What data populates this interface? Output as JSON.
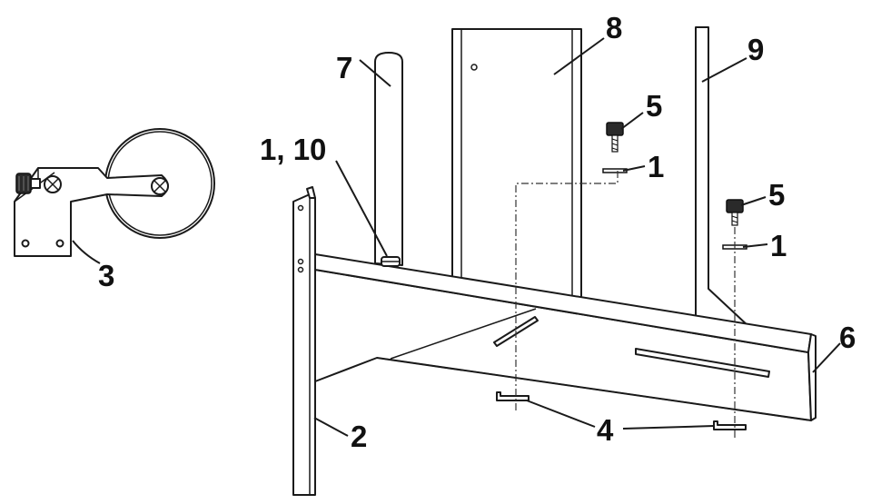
{
  "callouts": {
    "c1_top": "1",
    "c1_right": "1",
    "c1_10": "1, 10",
    "c2": "2",
    "c3": "3",
    "c4": "4",
    "c5_top": "5",
    "c5_right": "5",
    "c6": "6",
    "c7": "7",
    "c8": "8",
    "c9": "9"
  }
}
